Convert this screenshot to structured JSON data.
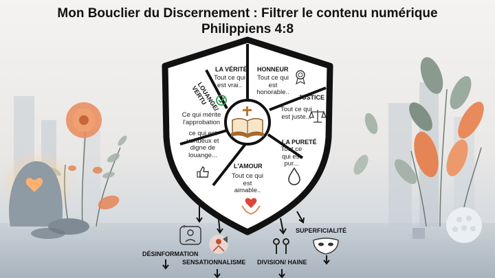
{
  "title": {
    "line1": "Mon Bouclier du Discernement : Filtrer le contenu numérique",
    "line2": "Philippiens 4:8"
  },
  "shield": {
    "center_icon": "bible-with-cross-icon",
    "segments": [
      {
        "label": "LA VÉRITÉ",
        "text": "Tout ce qui est vrai..",
        "icon": "check-circle-icon"
      },
      {
        "label": "HONNEUR",
        "text": "Tout ce qui est honorable..",
        "icon": "medal-icon"
      },
      {
        "label": "JUSTICE",
        "text": "Tout ce qui est juste...",
        "icon": "scales-icon"
      },
      {
        "label": "LA PURETÉ",
        "text": "Tout ce qui est pur...",
        "icon": "water-drop-icon"
      },
      {
        "label": "L'AMOUR",
        "text": "Tout ce qui est aimable..",
        "icon": "hands-heart-icon"
      },
      {
        "label": "LOUANGE/ VERTU",
        "text1": "Ce qui mérite l'approbation",
        "text2": "ce qui est vertueux et digne de louange...",
        "icon": "thumbs-up-icon"
      }
    ]
  },
  "filtered": [
    {
      "label": "DÉSINFORMATION",
      "icon": "confused-person-icon"
    },
    {
      "label": "SENSATIONNALISME",
      "icon": "megaphone-person-icon"
    },
    {
      "label": "DIVISION/ HAINE",
      "icon": "broken-chain-icon"
    },
    {
      "label": "SUPERFICIALITÉ",
      "icon": "mask-icon"
    }
  ],
  "colors": {
    "shield_border": "#111111",
    "accent_green": "#2e9e4f",
    "accent_red": "#e0443a",
    "flower_orange": "#e98a5a"
  }
}
